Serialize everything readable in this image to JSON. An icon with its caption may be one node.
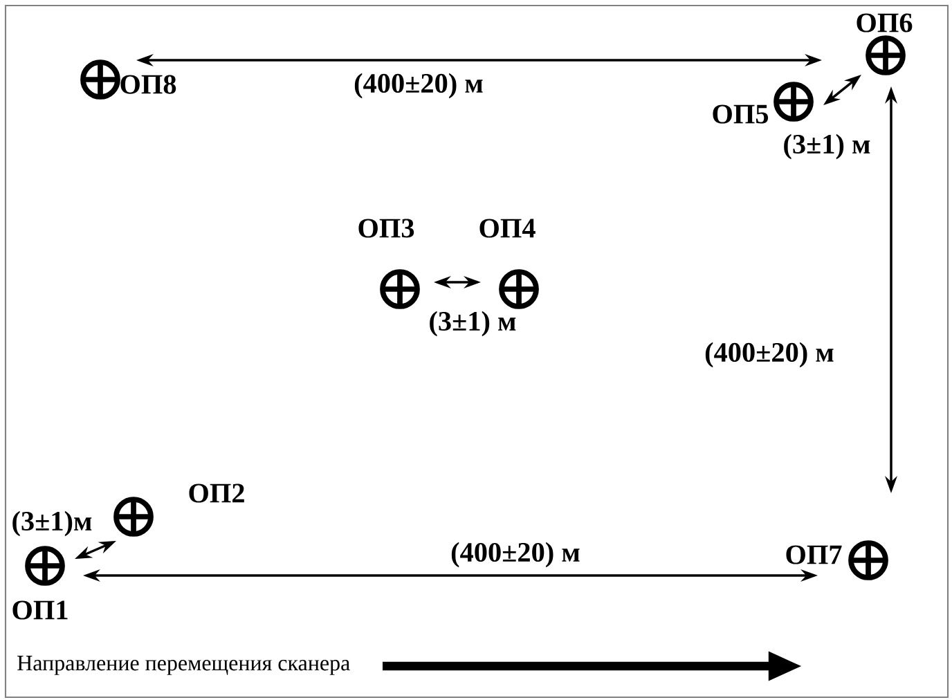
{
  "diagram": {
    "nodes": [
      {
        "text": [
          "ОП1"
        ]
      },
      {
        "text": [
          "ОП2"
        ]
      },
      {
        "text": [
          "ОП3"
        ]
      },
      {
        "text": [
          "ОП4"
        ]
      },
      {
        "text": [
          "ОП5"
        ]
      },
      {
        "text": [
          "ОП6"
        ]
      },
      {
        "text": [
          "ОП7"
        ]
      },
      {
        "text": [
          "ОП8"
        ]
      }
    ],
    "labels": [
      "(400±20) м",
      "(3±1) м",
      "(3±1) м",
      "(400±20) м",
      "(3±1)м",
      "(400±20) м",
      "Направление перемещения сканера"
    ]
  }
}
